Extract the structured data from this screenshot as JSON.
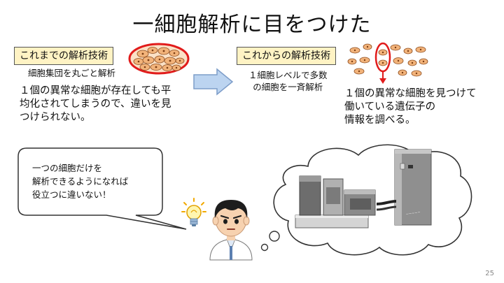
{
  "slide": {
    "title": "一細胞解析に目をつけた",
    "page_number": "25"
  },
  "left_panel": {
    "label": "これまでの解析技術",
    "caption": "細胞集団を丸ごと解析",
    "description_lines": [
      "１個の異常な細胞が存在しても平",
      "均化されてしまうので、違いを見",
      "つけられない。"
    ]
  },
  "right_panel": {
    "label": "これからの解析技術",
    "caption_lines": [
      "１細胞レベルで多数",
      "の細胞を一斉解析"
    ],
    "description_lines": [
      "１個の異常な細胞を見つけて",
      "働いている遺伝子の",
      "情報を調べる。"
    ]
  },
  "speech_bubble": {
    "lines": [
      "一つの細胞だけを",
      "解析できるようになれば",
      "役立つに違いない！"
    ]
  },
  "colors": {
    "label_bg": "#fff3c4",
    "arrow_fill": "#bcd4f0",
    "arrow_stroke": "#7d9dc9",
    "highlight_ring": "#e11b1b",
    "cell_fill": "#f2b37a"
  }
}
